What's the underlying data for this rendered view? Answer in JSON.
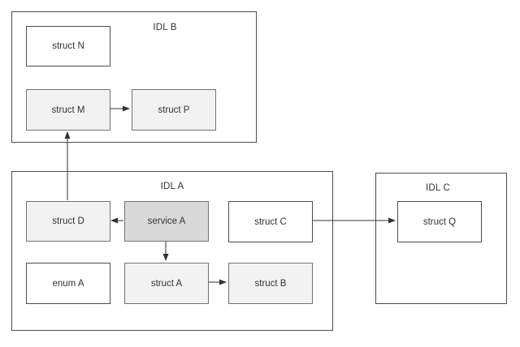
{
  "diagram": {
    "containers": [
      {
        "id": "idl-b",
        "title": "IDL B",
        "nodes": [
          {
            "id": "struct-n",
            "label": "struct N",
            "variant": "plain"
          },
          {
            "id": "struct-m",
            "label": "struct M",
            "variant": "shaded"
          },
          {
            "id": "struct-p",
            "label": "struct P",
            "variant": "shaded"
          }
        ]
      },
      {
        "id": "idl-a",
        "title": "IDL A",
        "nodes": [
          {
            "id": "struct-d",
            "label": "struct D",
            "variant": "shaded"
          },
          {
            "id": "service-a",
            "label": "service A",
            "variant": "service"
          },
          {
            "id": "struct-c",
            "label": "struct C",
            "variant": "plain"
          },
          {
            "id": "enum-a",
            "label": "enum A",
            "variant": "plain"
          },
          {
            "id": "struct-a",
            "label": "struct A",
            "variant": "shaded"
          },
          {
            "id": "struct-b",
            "label": "struct B",
            "variant": "shaded"
          }
        ]
      },
      {
        "id": "idl-c",
        "title": "IDL C",
        "nodes": [
          {
            "id": "struct-q",
            "label": "struct Q",
            "variant": "plain"
          }
        ]
      }
    ],
    "edges": [
      {
        "from": "struct-m",
        "to": "struct-p"
      },
      {
        "from": "struct-d",
        "to": "struct-m"
      },
      {
        "from": "service-a",
        "to": "struct-d"
      },
      {
        "from": "service-a",
        "to": "struct-a"
      },
      {
        "from": "struct-a",
        "to": "struct-b"
      },
      {
        "from": "struct-c",
        "to": "struct-q"
      }
    ]
  },
  "colors": {
    "background": "#ffffff",
    "node_plain_fill": "#ffffff",
    "node_shaded_fill": "#f2f2f2",
    "node_service_fill": "#d9d9d9",
    "node_border": "#666666",
    "container_border": "#4d4d4d",
    "arrow": "#333333",
    "text": "#333333"
  }
}
